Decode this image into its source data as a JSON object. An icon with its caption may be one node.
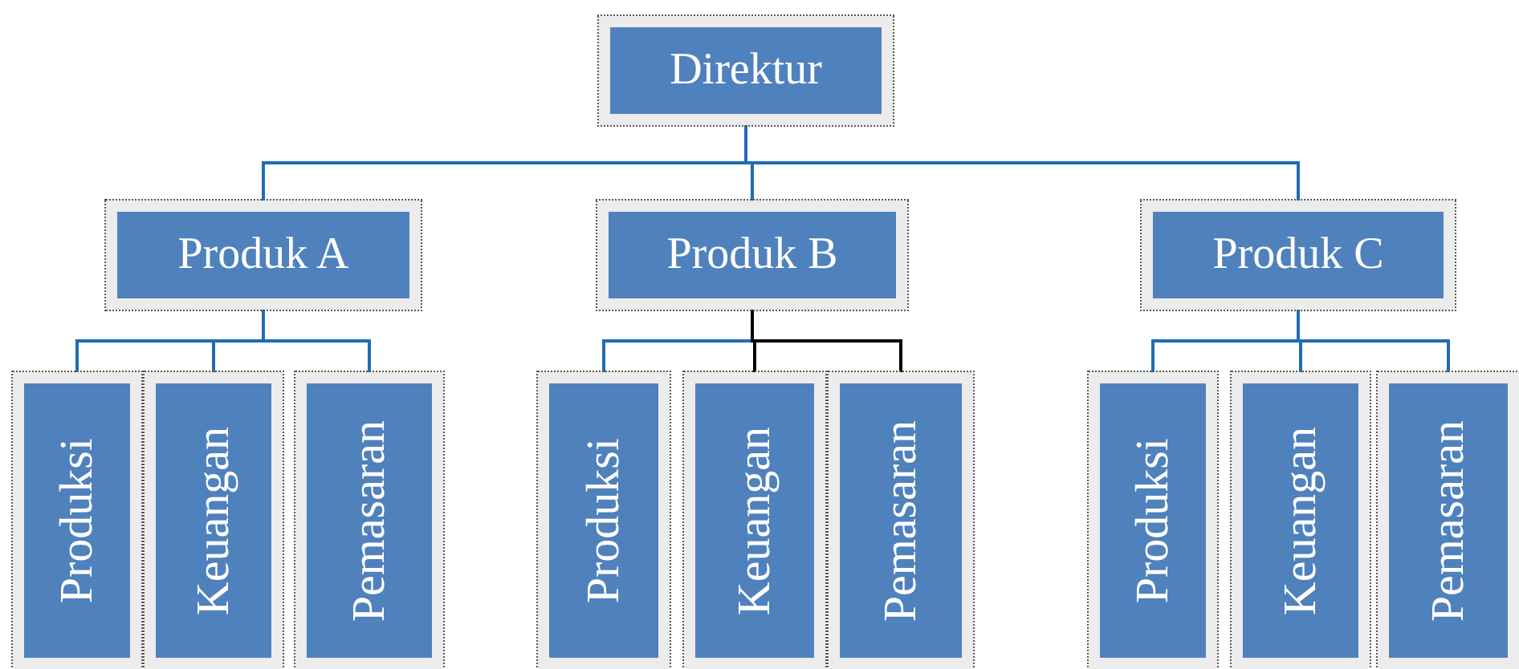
{
  "diagram": {
    "nodes": [
      {
        "text": [
          "Direktur"
        ]
      },
      {
        "text": [
          "Produk A"
        ]
      },
      {
        "text": [
          "Produk B"
        ]
      },
      {
        "text": [
          "Produk C"
        ]
      },
      {
        "text": [
          "Produksi"
        ]
      },
      {
        "text": [
          "Keuangan"
        ]
      },
      {
        "text": [
          "Pemasaran"
        ]
      },
      {
        "text": [
          "Produksi"
        ]
      },
      {
        "text": [
          "Keuangan"
        ]
      },
      {
        "text": [
          "Pemasaran"
        ]
      },
      {
        "text": [
          "Produksi"
        ]
      },
      {
        "text": [
          "Keuangan"
        ]
      },
      {
        "text": [
          "Pemasaran"
        ]
      }
    ],
    "edges": [
      {
        "from": 0,
        "to": 1,
        "arrow": "none"
      },
      {
        "from": 0,
        "to": 2,
        "arrow": "none"
      },
      {
        "from": 0,
        "to": 3,
        "arrow": "none"
      },
      {
        "from": 1,
        "to": 4,
        "arrow": "none"
      },
      {
        "from": 1,
        "to": 5,
        "arrow": "none"
      },
      {
        "from": 1,
        "to": 6,
        "arrow": "none"
      },
      {
        "from": 2,
        "to": 7,
        "arrow": "none"
      },
      {
        "from": 2,
        "to": 8,
        "arrow": "none",
        "color": "#000000"
      },
      {
        "from": 2,
        "to": 9,
        "arrow": "none",
        "color": "#000000"
      },
      {
        "from": 3,
        "to": 10,
        "arrow": "none"
      },
      {
        "from": 3,
        "to": 11,
        "arrow": "none"
      },
      {
        "from": 3,
        "to": 12,
        "arrow": "none"
      }
    ]
  }
}
